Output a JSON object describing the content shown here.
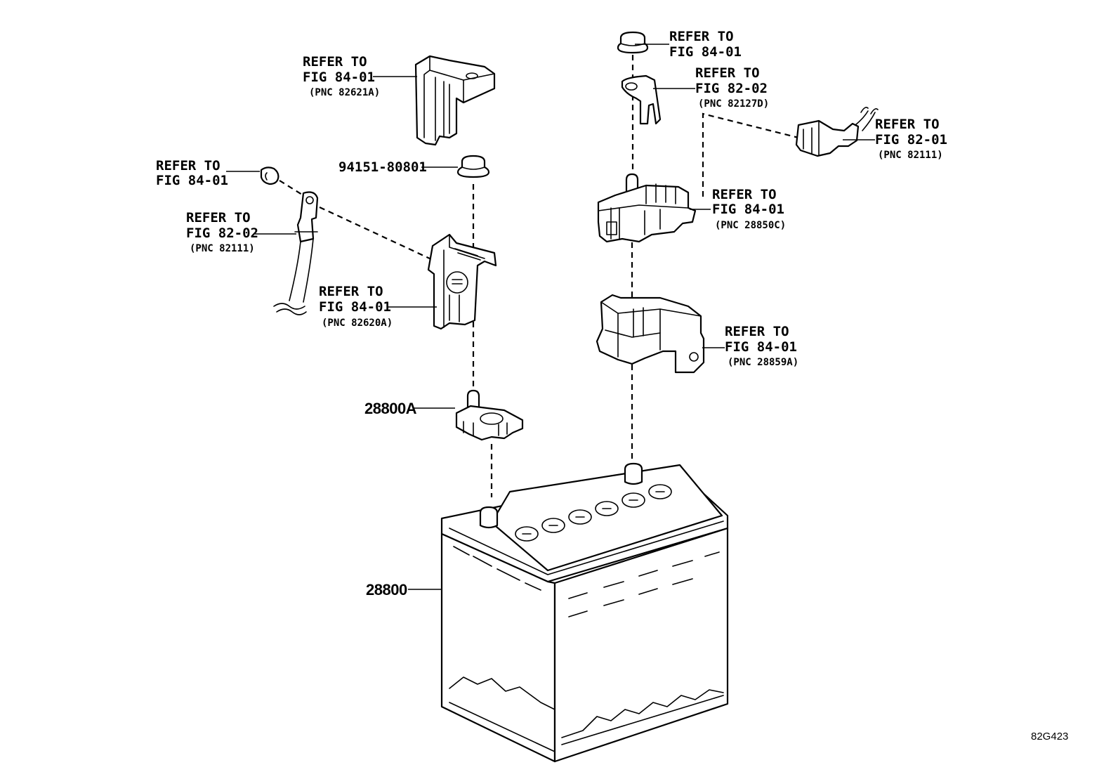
{
  "diagram_id": "82G423",
  "callouts": {
    "top_clamp_cover": {
      "line1": "REFER TO",
      "line2": "FIG 84-01",
      "pnc": "(PNC 82621A)"
    },
    "top_nut": {
      "line1": "REFER TO",
      "line2": "FIG 84-01"
    },
    "bracket_terminal": {
      "line1": "REFER TO",
      "line2": "FIG 82-02",
      "pnc": "(PNC 82127D)"
    },
    "right_connector": {
      "line1": "REFER TO",
      "line2": "FIG 82-01",
      "pnc": "(PNC 82111)"
    },
    "left_nut": {
      "line1": "REFER TO",
      "line2": "FIG 84-01"
    },
    "left_cable": {
      "line1": "REFER TO",
      "line2": "FIG 82-02",
      "pnc": "(PNC 82111)"
    },
    "fuse_block": {
      "line1": "REFER TO",
      "line2": "FIG 84-01",
      "pnc": "(PNC 28850C)"
    },
    "neg_clamp": {
      "line1": "REFER TO",
      "line2": "FIG 84-01",
      "pnc": "(PNC 82620A)"
    },
    "fuse_cover": {
      "line1": "REFER TO",
      "line2": "FIG 84-01",
      "pnc": "(PNC 28859A)"
    }
  },
  "part_numbers": {
    "nut": "94151-80801",
    "clamp": "28800A",
    "battery": "28800"
  }
}
